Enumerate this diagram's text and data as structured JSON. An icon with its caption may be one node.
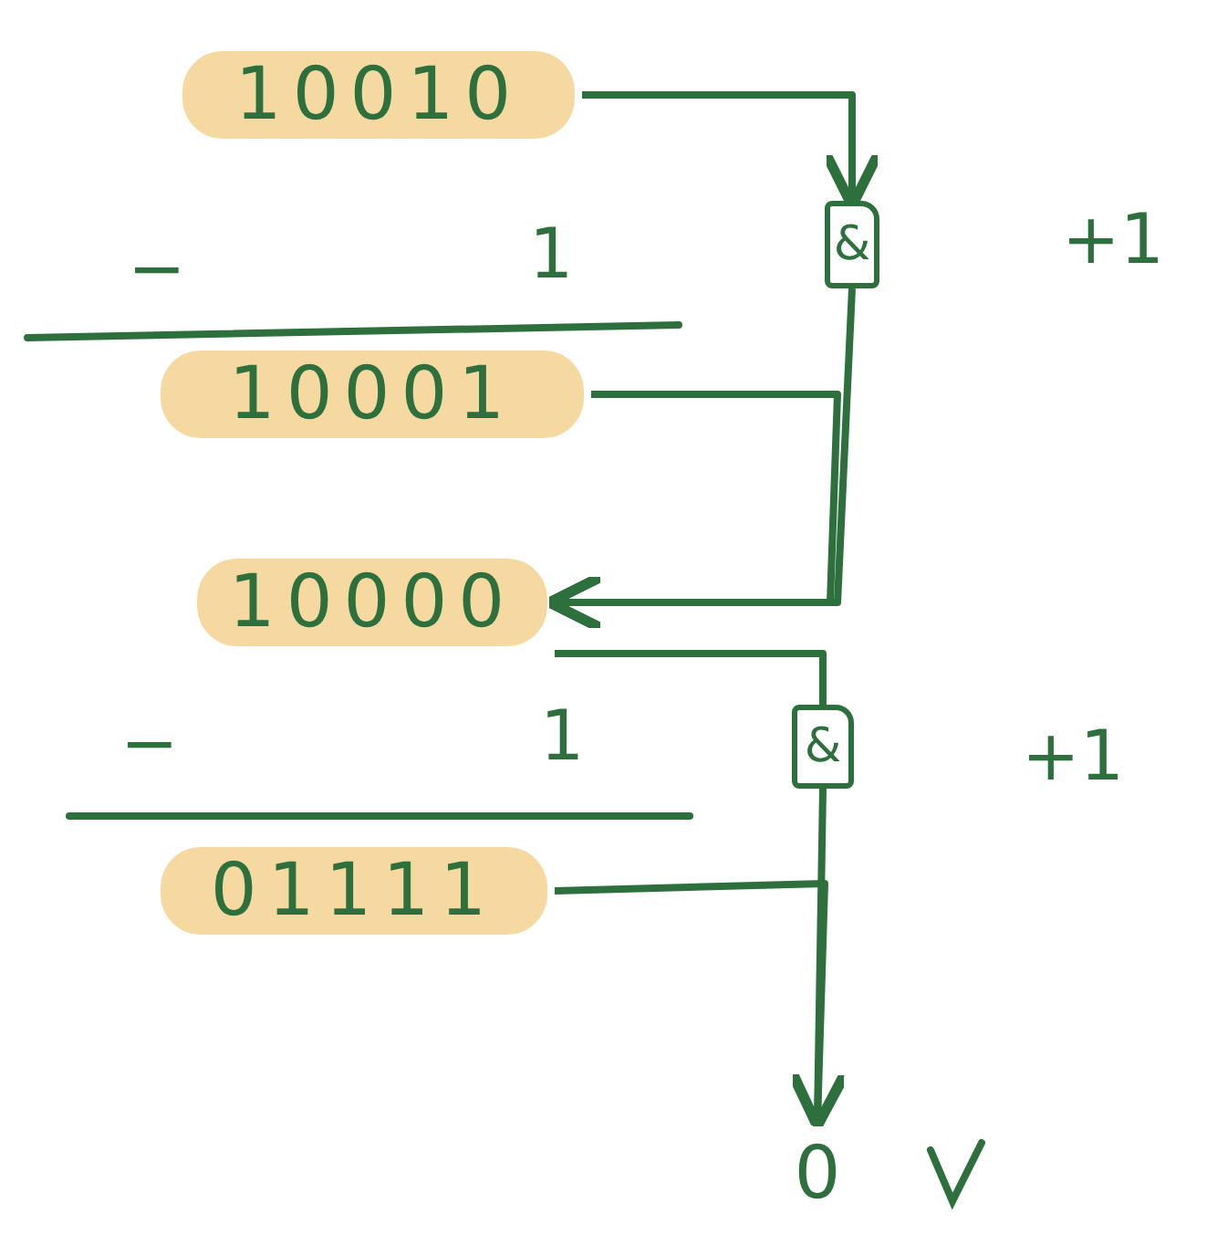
{
  "diagram": {
    "nodes": [
      {
        "text": [
          "10010"
        ]
      },
      {
        "text": [
          "&"
        ]
      },
      {
        "text": [
          "10001"
        ]
      },
      {
        "text": [
          "10000"
        ]
      },
      {
        "text": [
          "&"
        ]
      },
      {
        "text": [
          "01111"
        ]
      },
      {
        "text": [
          "0"
        ]
      }
    ],
    "edges": [
      {
        "from": 0,
        "to": 1,
        "arrow": "to"
      },
      {
        "from": 1,
        "to": 3,
        "arrow": "to"
      },
      {
        "from": 2,
        "to": 3,
        "arrow": "to"
      },
      {
        "from": 3,
        "to": 4,
        "arrow": "none"
      },
      {
        "from": 4,
        "to": 6,
        "arrow": "to"
      },
      {
        "from": 5,
        "to": 6,
        "arrow": "to"
      }
    ],
    "labels": [
      "−",
      "1",
      "+1",
      "−",
      "1",
      "+1"
    ]
  }
}
